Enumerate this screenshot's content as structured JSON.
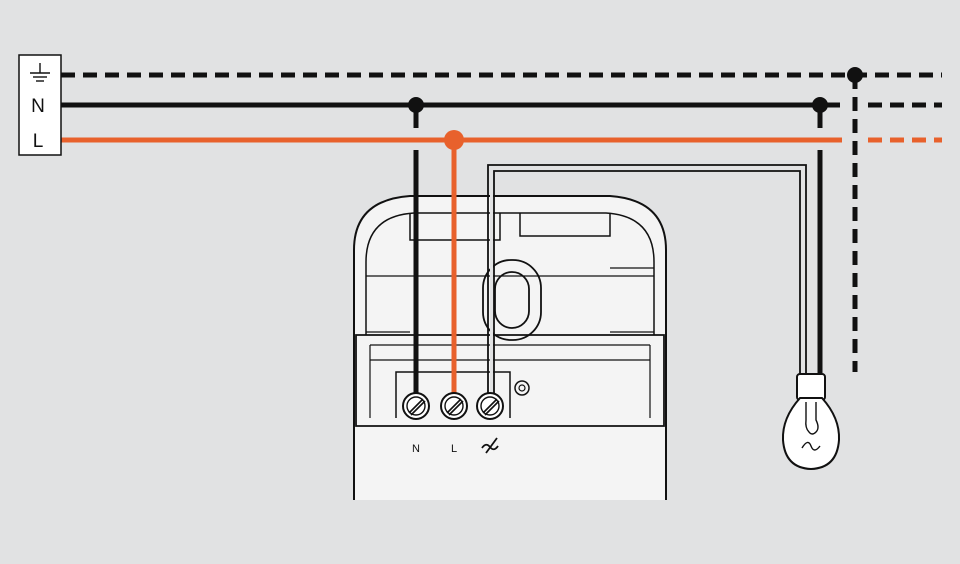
{
  "terminal_block": {
    "earth_symbol": "earth-ground-icon",
    "neutral_label": "N",
    "live_label": "L"
  },
  "device": {
    "terminal_labels": {
      "neutral": "N",
      "live": "L",
      "switched": "⌿"
    },
    "switched_symbol": "switched-output-icon"
  },
  "load": {
    "icon": "light-bulb-icon"
  },
  "colors": {
    "background": "#e1e2e3",
    "live_wire": "#e8612c",
    "neutral_wire": "#111111",
    "earth_wire": "#111111",
    "device_body": "#f4f4f4",
    "outline": "#111111"
  }
}
